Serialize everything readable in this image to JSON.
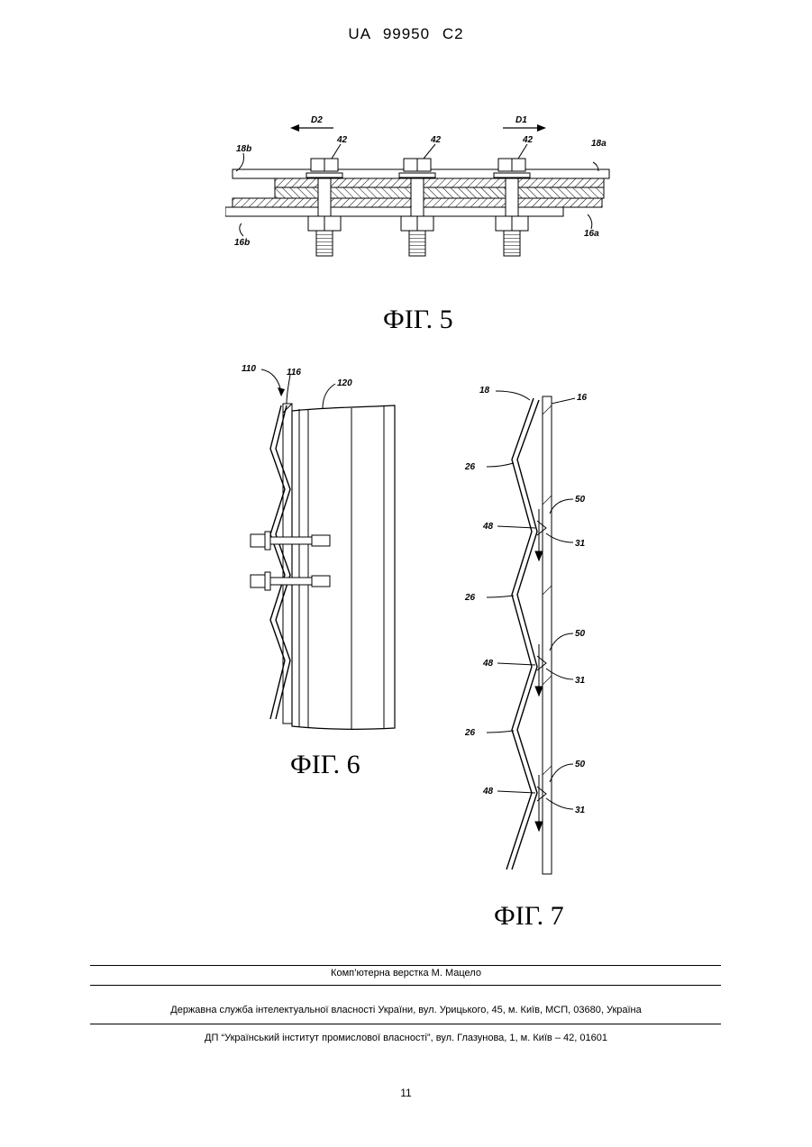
{
  "header": {
    "doc_id": "UA   99950   C2"
  },
  "fig5": {
    "caption": "ФІГ. 5",
    "labels": {
      "d2": "D2",
      "d1": "D1",
      "bolt1": "42",
      "bolt2": "42",
      "bolt3": "42",
      "l18b": "18b",
      "l18a": "18a",
      "l16b": "16b",
      "l16a": "16a"
    }
  },
  "fig6": {
    "caption": "ФІГ. 6",
    "labels": {
      "l110": "110",
      "l116": "116",
      "l120": "120"
    }
  },
  "fig7": {
    "caption": "ФІГ. 7",
    "labels": {
      "l18": "18",
      "l16": "16",
      "l26a": "26",
      "l26b": "26",
      "l26c": "26",
      "l48a": "48",
      "l48b": "48",
      "l48c": "48",
      "l50a": "50",
      "l50b": "50",
      "l50c": "50",
      "l31a": "31",
      "l31b": "31",
      "l31c": "31"
    }
  },
  "footer": {
    "layout_credit": "Комп’ютерна верстка М. Мацело",
    "agency": "Державна служба інтелектуальної власності України, вул. Урицького, 45, м. Київ, МСП, 03680, Україна",
    "institute": "ДП “Український інститут промислової власності”, вул. Глазунова, 1, м. Київ – 42, 01601"
  },
  "page_number": "11"
}
